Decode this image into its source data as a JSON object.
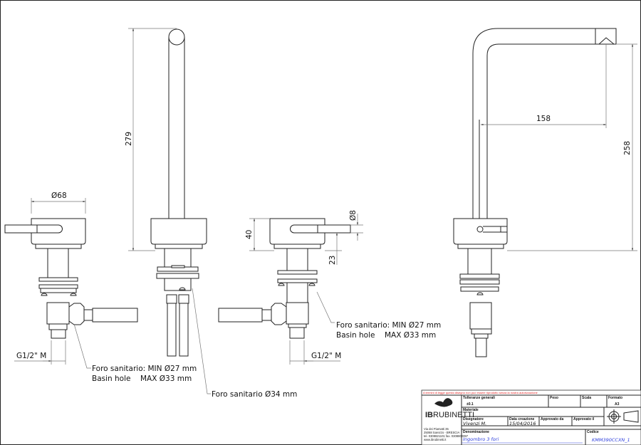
{
  "dimensions": {
    "view1_diameter": "Ø68",
    "spout_height": "279",
    "lever_height": "40",
    "lever_diameter": "Ø8",
    "lever_offset": "23",
    "spout_reach": "158",
    "spout_outlet_height": "258",
    "thread_left": "G1/2\" M",
    "thread_right": "G1/2\" M"
  },
  "notes": {
    "basin_hole_left": {
      "line1": "Foro sanitario: MIN Ø27 mm",
      "line2_label": "Basin hole",
      "line2_value": "MAX Ø33 mm"
    },
    "basin_hole_right": {
      "line1": "Foro sanitario: MIN Ø27 mm",
      "line2_label": "Basin hole",
      "line2_value": "MAX Ø33 mm"
    },
    "spout_hole": "Foro sanitario Ø34 mm"
  },
  "title_block": {
    "legal_notice": "A termini di legge questo disegno non può essere riprodotto senza la nostra autorizzazione",
    "logo_text_bold": "IB",
    "logo_text": "RUBINETTI",
    "address": [
      "Via dei Piamatti 35",
      "25068 Sarezzo - BRESCIA",
      "tel. 0308821101 fax. 0308800097",
      "www.ibrubinetti.it"
    ],
    "tolerance_label": "Tolleranze generali",
    "tolerance_value": "±0.1",
    "weight_label": "Peso",
    "scale_label": "Scala",
    "format_label": "Formato",
    "format_value": "A3",
    "material_label": "Materiale",
    "designer_label": "Disegnatore",
    "designer_value": "Vivenzi M.",
    "created_label": "Data creazione",
    "created_value": "15/04/2016",
    "approved_by_label": "Approvato da",
    "approved_on_label": "Approvato il",
    "name_label": "Denominazione",
    "name_value": "Ingombro 3 fori",
    "code_label": "Codice",
    "code_value": "KMM390CCXN_1"
  },
  "colors": {
    "line": "#222222",
    "dimension": "#777777",
    "notice": "#e02020",
    "field_value": "#3344dd"
  }
}
